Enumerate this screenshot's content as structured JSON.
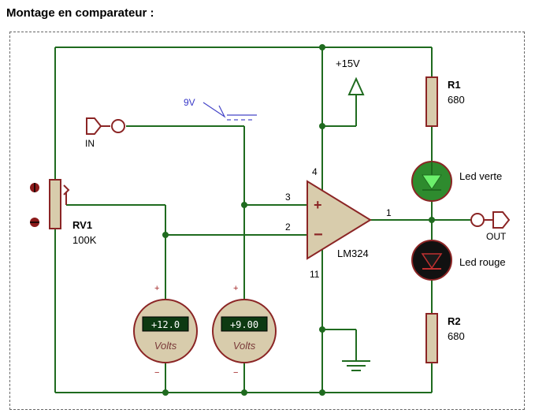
{
  "title": "Montage en comparateur :",
  "colors": {
    "wire": "#1f6b1f",
    "body": "#d8ccac",
    "outline": "#8b2525",
    "probe": "#4646c8"
  },
  "supply": {
    "label": "+15V"
  },
  "input": {
    "label": "IN",
    "probe_label": "9V"
  },
  "output": {
    "label": "OUT"
  },
  "opamp": {
    "name": "LM324",
    "pin_noninv": "3",
    "pin_inv": "2",
    "pin_out": "1",
    "pin_vplus": "4",
    "pin_vminus": "11"
  },
  "r1": {
    "name": "R1",
    "value": "680"
  },
  "r2": {
    "name": "R2",
    "value": "680"
  },
  "rv1": {
    "name": "RV1",
    "value": "100K"
  },
  "led_green": {
    "label": "Led verte"
  },
  "led_red": {
    "label": "Led rouge"
  },
  "voltmeter_left": {
    "reading": "+12.0",
    "unit": "Volts"
  },
  "voltmeter_right": {
    "reading": "+9.00",
    "unit": "Volts"
  },
  "icons": [
    "input-terminal-icon",
    "output-terminal-icon",
    "ground-icon",
    "power-arrow-icon",
    "voltage-probe-icon"
  ]
}
